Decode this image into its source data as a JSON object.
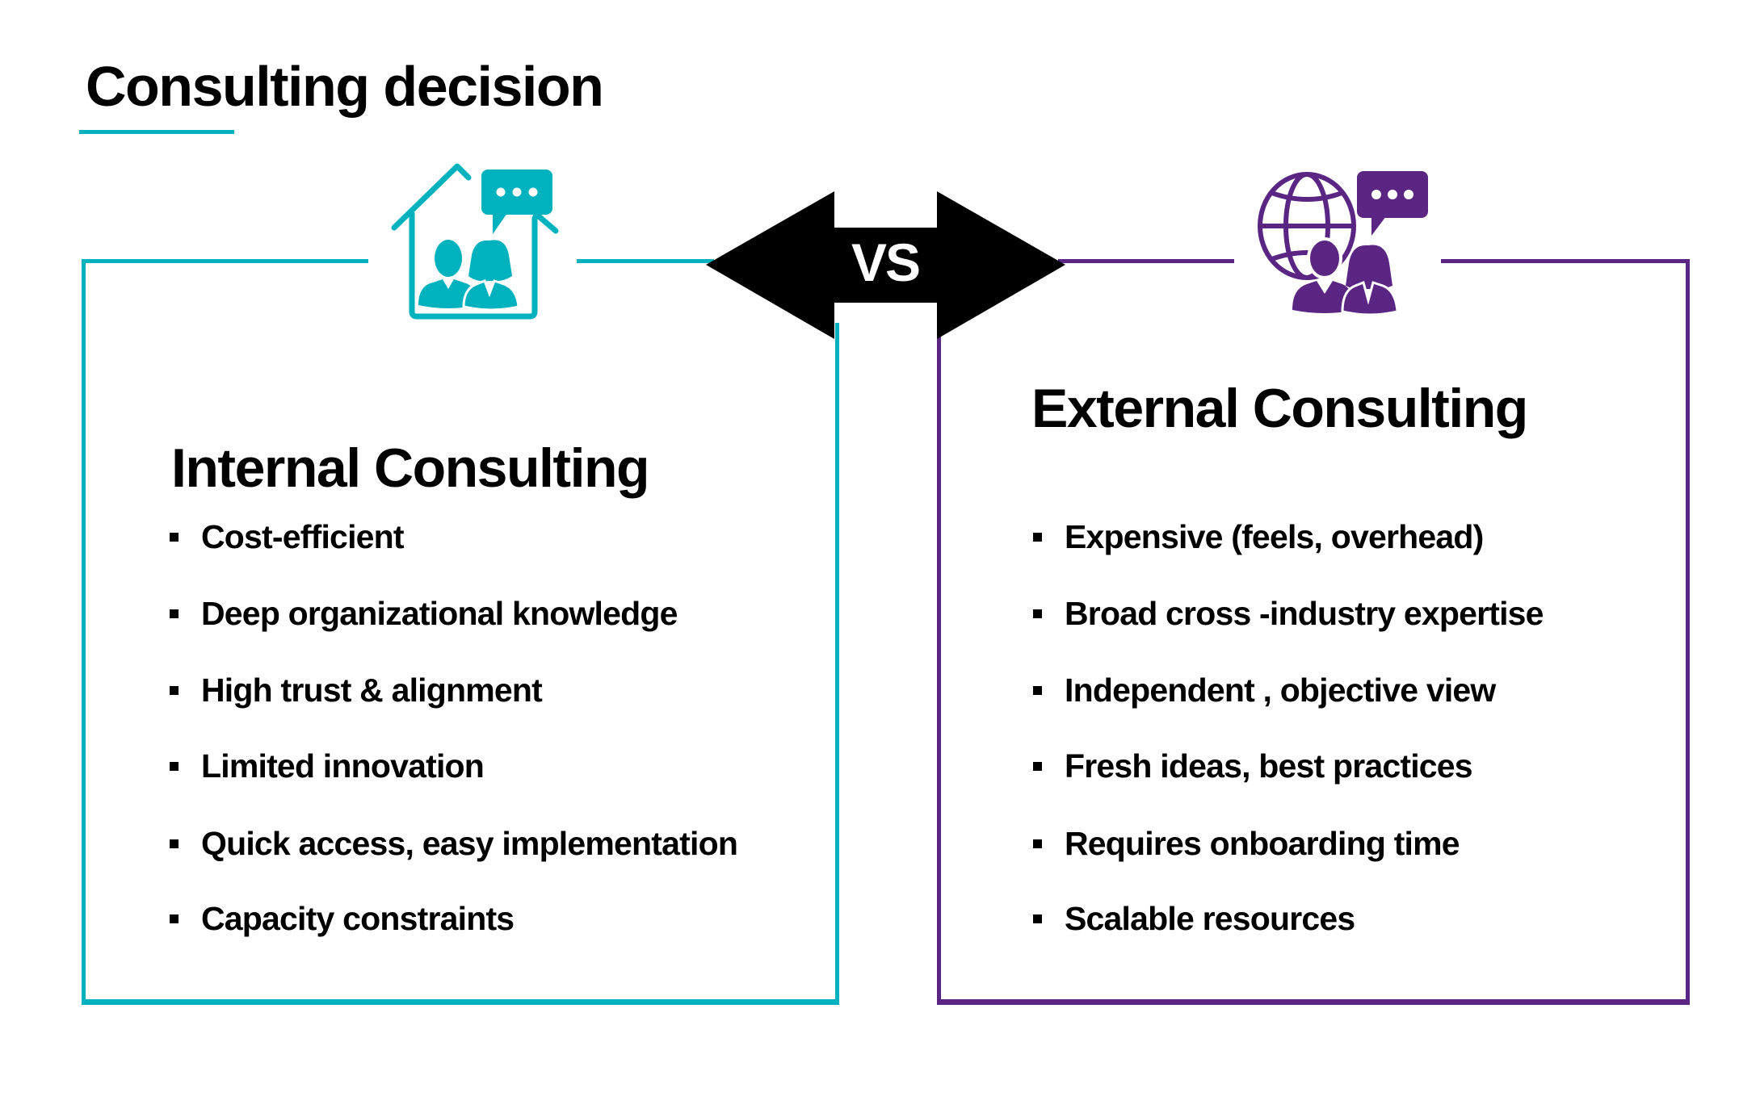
{
  "page": {
    "title": "Consulting decision",
    "colors": {
      "internal_accent": "#00B2BE",
      "external_accent": "#5B2683",
      "text": "#000000",
      "arrow": "#000000"
    }
  },
  "comparison": {
    "vs_label": "VS",
    "left": {
      "heading": "Internal Consulting",
      "icon": "house-with-consultants-and-chat-icon",
      "items": [
        "Cost-efficient",
        "Deep organizational knowledge",
        "High trust & alignment",
        "Limited innovation",
        "Quick access, easy implementation",
        "Capacity constraints"
      ]
    },
    "right": {
      "heading": "External Consulting",
      "icon": "globe-with-consultants-and-chat-icon",
      "items": [
        "Expensive (feels, overhead)",
        "Broad cross -industry expertise",
        "Independent , objective view",
        "Fresh ideas, best practices",
        "Requires onboarding time",
        "Scalable resources"
      ]
    }
  }
}
